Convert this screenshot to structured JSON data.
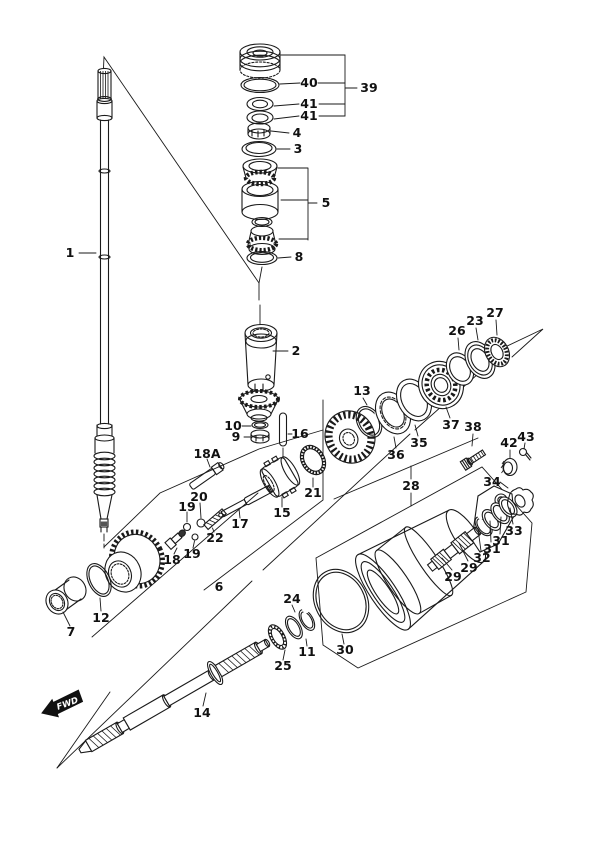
{
  "diagram": {
    "kind": "exploded-parts-diagram",
    "orientation_marker": "FWD",
    "callouts": [
      "1",
      "40",
      "41",
      "41",
      "39",
      "4",
      "3",
      "5",
      "8",
      "2",
      "13",
      "10",
      "9",
      "16",
      "18A",
      "20",
      "19",
      "22",
      "17",
      "15",
      "21",
      "18",
      "19",
      "6",
      "12",
      "7",
      "14",
      "25",
      "11",
      "24",
      "30",
      "23",
      "26",
      "27",
      "35",
      "36",
      "37",
      "38",
      "42",
      "43",
      "28",
      "34",
      "33",
      "31",
      "31",
      "32",
      "29",
      "29"
    ]
  }
}
